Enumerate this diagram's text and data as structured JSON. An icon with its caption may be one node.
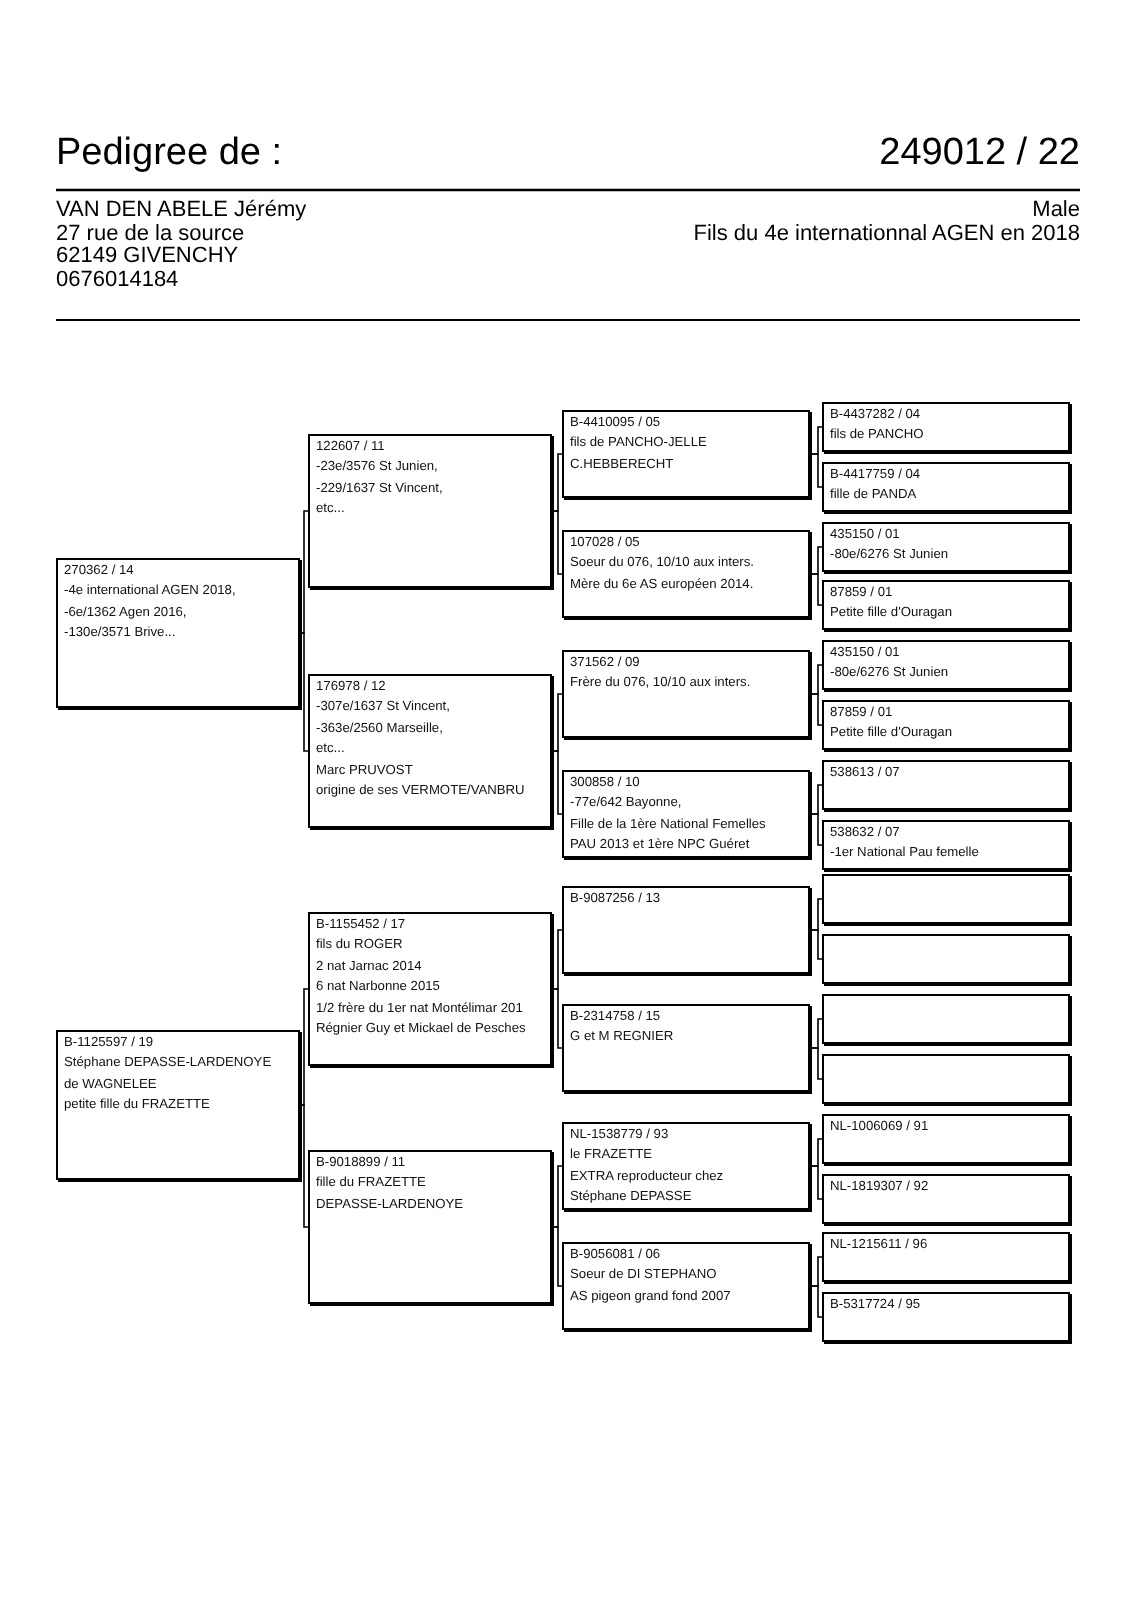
{
  "diagram": {
    "title": "Pedigree de :",
    "nodes": [
      {
        "text": [
          "270362 / 14",
          "-4e international AGEN 2018,",
          "-6e/1362 Agen 2016,",
          "-130e/3571 Brive..."
        ]
      },
      {
        "text": [
          "B-1125597 / 19",
          "Stéphane DEPASSE-LARDENOYE",
          "de WAGNELEE",
          "petite fille du FRAZETTE"
        ]
      },
      {
        "text": [
          "122607 / 11",
          "-23e/3576 St Junien,",
          "-229/1637 St Vincent,",
          "etc..."
        ]
      },
      {
        "text": [
          "176978 / 12",
          "-307e/1637 St Vincent,",
          "-363e/2560 Marseille,",
          "etc...",
          "Marc PRUVOST",
          "origine de ses VERMOTE/VANBRU"
        ]
      },
      {
        "text": [
          "B-1155452 / 17",
          "fils du ROGER",
          "2 nat Jarnac 2014",
          "6 nat Narbonne 2015",
          "1/2 frère du 1er nat Montélimar 201",
          "Régnier Guy et Mickael de Pesches"
        ]
      },
      {
        "text": [
          "B-9018899 / 11",
          "fille du FRAZETTE",
          "DEPASSE-LARDENOYE"
        ]
      },
      {
        "text": [
          "B-4410095 / 05",
          "fils de PANCHO-JELLE",
          "C.HEBBERECHT"
        ]
      },
      {
        "text": [
          "107028 / 05",
          "Soeur du 076, 10/10 aux inters.",
          "Mère du 6e AS européen 2014."
        ]
      },
      {
        "text": [
          "371562 / 09",
          "Frère du 076, 10/10 aux inters."
        ]
      },
      {
        "text": [
          "300858 / 10",
          "-77e/642 Bayonne,",
          "Fille de la 1ère National Femelles",
          "PAU 2013 et 1ère NPC Guéret"
        ]
      },
      {
        "text": [
          "B-9087256 / 13"
        ]
      },
      {
        "text": [
          "B-2314758 / 15",
          "G et M REGNIER"
        ]
      },
      {
        "text": [
          "NL-1538779 / 93",
          "le FRAZETTE",
          "EXTRA reproducteur chez",
          "Stéphane DEPASSE"
        ]
      },
      {
        "text": [
          "B-9056081 / 06",
          "Soeur de DI STEPHANO",
          "AS pigeon grand fond 2007"
        ]
      },
      {
        "text": [
          "B-4437282 / 04",
          "fils de PANCHO"
        ]
      },
      {
        "text": [
          "B-4417759 / 04",
          "fille de PANDA"
        ]
      },
      {
        "text": [
          "435150 / 01",
          "-80e/6276 St Junien"
        ]
      },
      {
        "text": [
          "87859 / 01",
          "Petite fille d'Ouragan"
        ]
      },
      {
        "text": [
          "435150 / 01",
          "-80e/6276 St Junien"
        ]
      },
      {
        "text": [
          "87859 / 01",
          "Petite fille d'Ouragan"
        ]
      },
      {
        "text": [
          "538613 / 07"
        ]
      },
      {
        "text": [
          "538632 / 07",
          "-1er National Pau femelle"
        ]
      },
      {
        "text": [],
        "shape": "box"
      },
      {
        "text": [],
        "shape": "box"
      },
      {
        "text": [],
        "shape": "box"
      },
      {
        "text": [],
        "shape": "box"
      },
      {
        "text": [
          "NL-1006069 / 91"
        ]
      },
      {
        "text": [
          "NL-1819307 / 92"
        ]
      },
      {
        "text": [
          "NL-1215611 / 96"
        ]
      },
      {
        "text": [
          "B-5317724 / 95"
        ]
      }
    ],
    "edges": [
      {
        "from": 0,
        "to": 2,
        "arrow": "none"
      },
      {
        "from": 0,
        "to": 3,
        "arrow": "none"
      },
      {
        "from": 1,
        "to": 4,
        "arrow": "none"
      },
      {
        "from": 1,
        "to": 5,
        "arrow": "none"
      },
      {
        "from": 2,
        "to": 6,
        "arrow": "none"
      },
      {
        "from": 2,
        "to": 7,
        "arrow": "none"
      },
      {
        "from": 3,
        "to": 8,
        "arrow": "none"
      },
      {
        "from": 3,
        "to": 9,
        "arrow": "none"
      },
      {
        "from": 4,
        "to": 10,
        "arrow": "none"
      },
      {
        "from": 4,
        "to": 11,
        "arrow": "none"
      },
      {
        "from": 5,
        "to": 12,
        "arrow": "none"
      },
      {
        "from": 5,
        "to": 13,
        "arrow": "none"
      },
      {
        "from": 6,
        "to": 14,
        "arrow": "none"
      },
      {
        "from": 6,
        "to": 15,
        "arrow": "none"
      },
      {
        "from": 7,
        "to": 16,
        "arrow": "none"
      },
      {
        "from": 7,
        "to": 17,
        "arrow": "none"
      },
      {
        "from": 8,
        "to": 18,
        "arrow": "none"
      },
      {
        "from": 8,
        "to": 19,
        "arrow": "none"
      },
      {
        "from": 9,
        "to": 20,
        "arrow": "none"
      },
      {
        "from": 9,
        "to": 21,
        "arrow": "none"
      },
      {
        "from": 10,
        "to": 22,
        "arrow": "none"
      },
      {
        "from": 10,
        "to": 23,
        "arrow": "none"
      },
      {
        "from": 11,
        "to": 24,
        "arrow": "none"
      },
      {
        "from": 11,
        "to": 25,
        "arrow": "none"
      },
      {
        "from": 12,
        "to": 26,
        "arrow": "none"
      },
      {
        "from": 12,
        "to": 27,
        "arrow": "none"
      },
      {
        "from": 13,
        "to": 28,
        "arrow": "none"
      },
      {
        "from": 13,
        "to": 29,
        "arrow": "none"
      }
    ],
    "labels": [
      "249012 / 22",
      "VAN DEN ABELE Jérémy",
      "27 rue de la source",
      "62149 GIVENCHY",
      "0676014184",
      "Male",
      "Fils du 4e internationnal AGEN en 2018"
    ]
  }
}
